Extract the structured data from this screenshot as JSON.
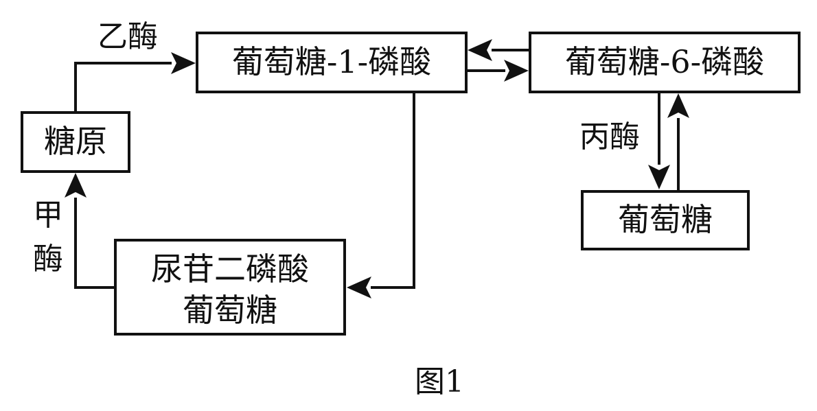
{
  "nodes": {
    "glycogen": "糖原",
    "g1p": "葡萄糖-1-磷酸",
    "g6p": "葡萄糖-6-磷酸",
    "glucose": "葡萄糖",
    "udpg_line1": "尿苷二磷酸",
    "udpg_line2": "葡萄糖"
  },
  "enzymes": {
    "a": "乙酶",
    "b": "丙酶",
    "c_line1": "甲",
    "c_line2": "酶"
  },
  "caption": "图1",
  "colors": {
    "line": "#111111",
    "background": "#ffffff"
  }
}
